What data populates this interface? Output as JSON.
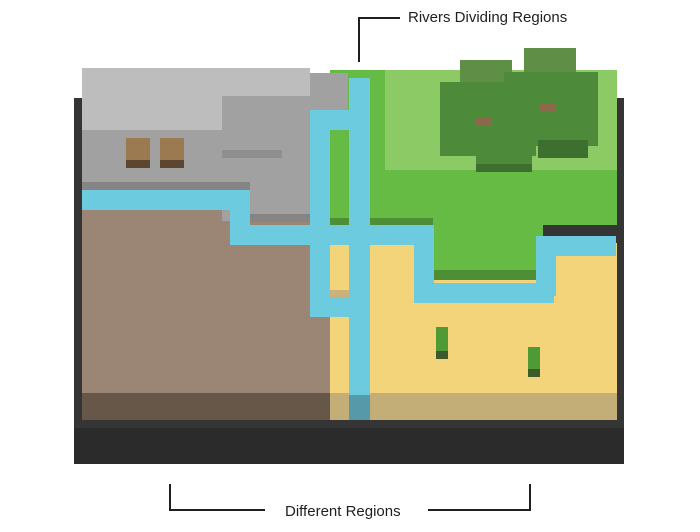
{
  "annotations": {
    "rivers_label": "Rivers Dividing Regions",
    "regions_label": "Different Regions"
  },
  "regions": [
    {
      "name": "stone",
      "color": "#a1a1a1"
    },
    {
      "name": "dirt",
      "color": "#9b8675"
    },
    {
      "name": "grass",
      "color": "#66bb44"
    },
    {
      "name": "sand",
      "color": "#f3d47a"
    }
  ],
  "colors": {
    "river": "#6dcbdf",
    "base": "#2e2e2e",
    "tree_foliage": "#4d8a3a",
    "cactus": "#4f9a34"
  }
}
